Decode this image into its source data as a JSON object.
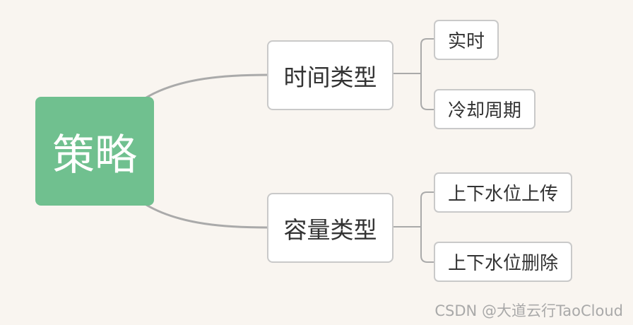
{
  "mindmap": {
    "root": {
      "label": "策略"
    },
    "branches": [
      {
        "label": "时间类型",
        "children": [
          {
            "label": "实时"
          },
          {
            "label": "冷却周期"
          }
        ]
      },
      {
        "label": "容量类型",
        "children": [
          {
            "label": "上下水位上传"
          },
          {
            "label": "上下水位删除"
          }
        ]
      }
    ]
  },
  "watermark": "CSDN @大道云行TaoCloud",
  "colors": {
    "background": "#f9f5f0",
    "root_fill": "#70c08f",
    "node_fill": "#ffffff",
    "node_border": "#c9c9c9",
    "connector": "#aaaaaa",
    "text": "#333333"
  }
}
